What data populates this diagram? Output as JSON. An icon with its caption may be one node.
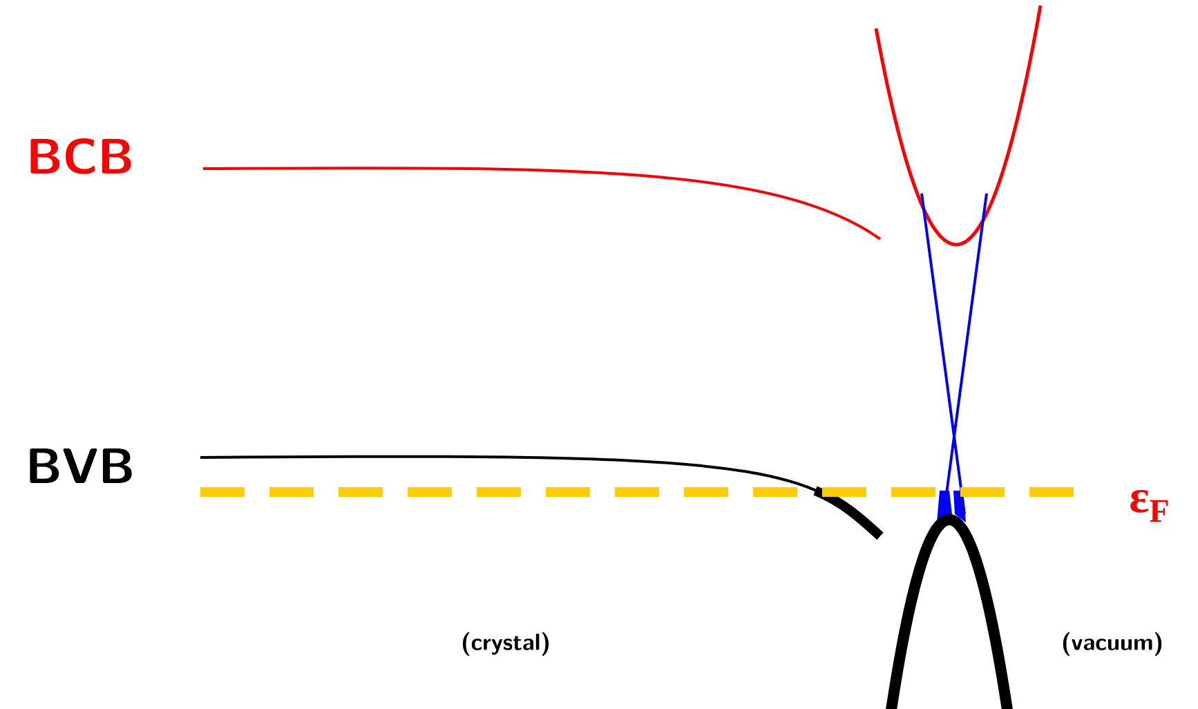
{
  "diagram": {
    "labels": [
      "BCB",
      "BVB",
      "ε$_{F}$",
      "(crystal)",
      "(vacuum)"
    ]
  }
}
